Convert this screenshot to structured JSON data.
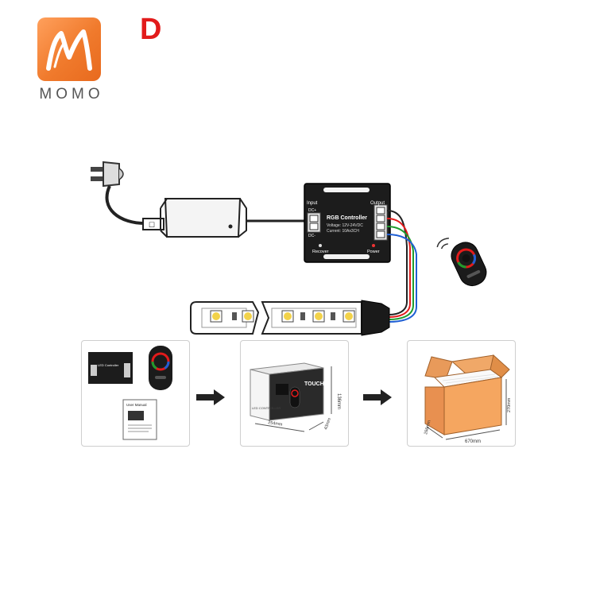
{
  "brand": {
    "name": "MOMO",
    "variant_letter": "D",
    "accent_color": "#f07a2c",
    "variant_color": "#e21b1b"
  },
  "controller": {
    "title": "RGB Controller",
    "spec_voltage": "Voltage: 12V-24VDC",
    "spec_current": "Current: 10Ax3CH",
    "label_input": "Input",
    "label_output": "Output",
    "label_dc_plus": "DC+",
    "label_dc_minus": "DC-",
    "label_recover": "Recover",
    "label_power": "Power"
  },
  "packaging": {
    "small_controller_title": "LED Controller",
    "manual_title": "User Manual",
    "box_brand": "TOUCH",
    "box_height": "136mm",
    "box_width": "254mm",
    "box_depth": "43mm",
    "box_side_label": "LED CONTROLLER",
    "carton_length": "670mm",
    "carton_width": "266mm",
    "carton_height": "270mm"
  }
}
